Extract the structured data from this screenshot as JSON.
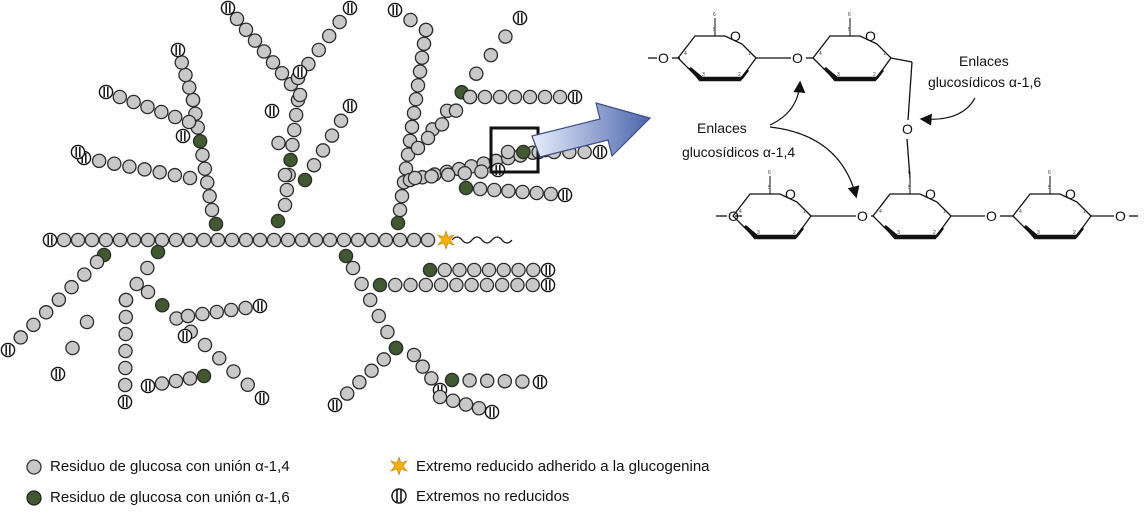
{
  "annotations": {
    "bond_16_line1": "Enlaces",
    "bond_16_line2": "glucosídicos α-1,6",
    "bond_14_line1": "Enlaces",
    "bond_14_line2": "glucosídicos α-1,4"
  },
  "atoms": {
    "oxygen": "O",
    "ring_oxygen": "O"
  },
  "ring_numbers": [
    "6",
    "5",
    "4",
    "3",
    "2",
    "1"
  ],
  "legend": [
    {
      "id": "a14",
      "label": "Residuo de glucosa con unión α-1,4",
      "color": "#c8c8c8"
    },
    {
      "id": "a16",
      "label": "Residuo de glucosa con unión α-1,6",
      "color": "#3e5a2e"
    },
    {
      "id": "reducing",
      "label": "Extremo reducido adherido a la glucogenina",
      "color": "#f5b200"
    },
    {
      "id": "nonreducing",
      "label": "Extremos no reducidos"
    }
  ],
  "colors": {
    "residue_14": "#c8c8c8",
    "residue_16": "#3e5a2e",
    "reducing_end": "#f5b200",
    "arrow": "#5a74b5"
  }
}
